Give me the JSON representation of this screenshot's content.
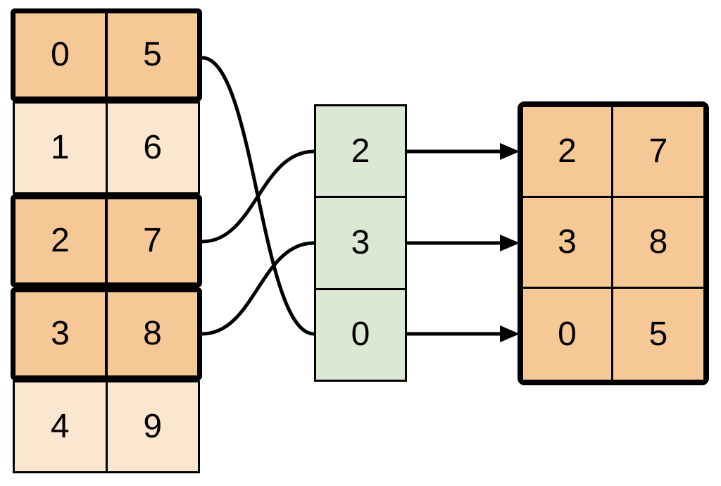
{
  "colors": {
    "background": "#FFFFFF",
    "highlight_fill": "#F6C896",
    "muted_fill": "#FBE7CF",
    "index_fill": "#DAE8D4",
    "line_color": "#000000"
  },
  "source_table": {
    "rows": [
      {
        "cells": [
          "0",
          "5"
        ],
        "highlighted": true
      },
      {
        "cells": [
          "1",
          "6"
        ],
        "highlighted": false
      },
      {
        "cells": [
          "2",
          "7"
        ],
        "highlighted": true
      },
      {
        "cells": [
          "3",
          "8"
        ],
        "highlighted": true
      },
      {
        "cells": [
          "4",
          "9"
        ],
        "highlighted": false
      }
    ]
  },
  "index_column": {
    "cells": [
      "2",
      "3",
      "0"
    ]
  },
  "result_table": {
    "rows": [
      {
        "cells": [
          "2",
          "7"
        ]
      },
      {
        "cells": [
          "3",
          "8"
        ]
      },
      {
        "cells": [
          "0",
          "5"
        ]
      }
    ]
  },
  "links": [
    {
      "index_pos": 0,
      "index_value": "2",
      "source_row": 2,
      "result_row": 0
    },
    {
      "index_pos": 1,
      "index_value": "3",
      "source_row": 3,
      "result_row": 1
    },
    {
      "index_pos": 2,
      "index_value": "0",
      "source_row": 0,
      "result_row": 2
    }
  ]
}
